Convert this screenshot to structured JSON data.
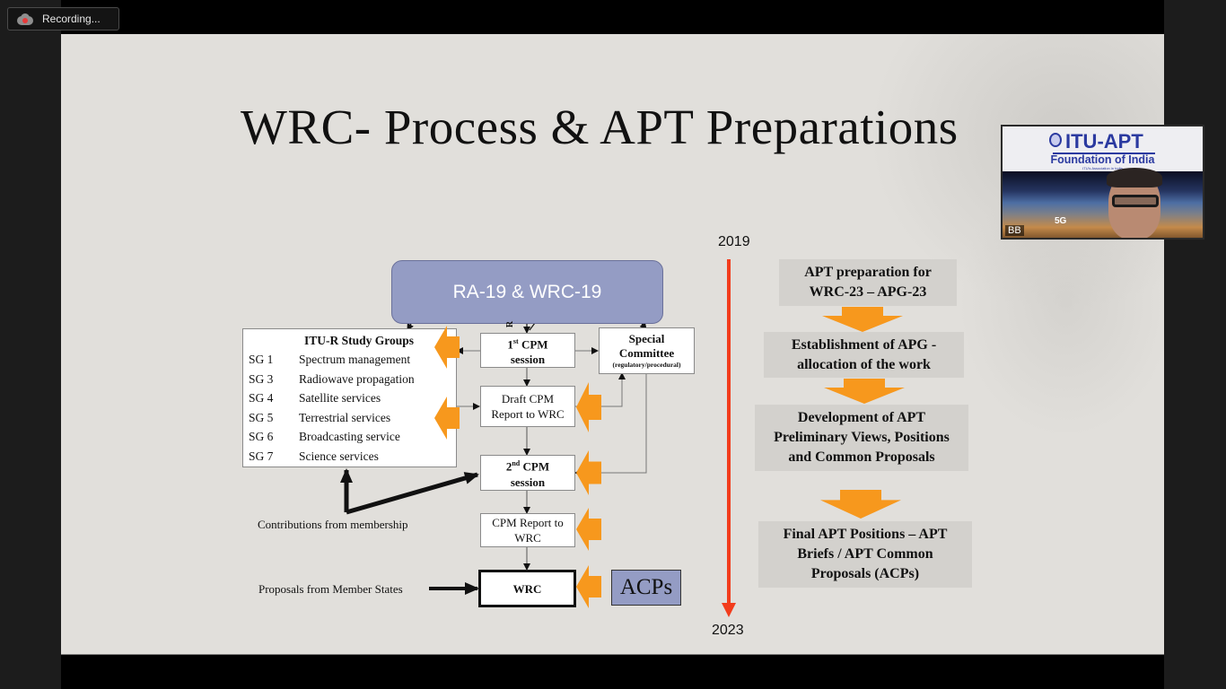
{
  "recording": {
    "label": "Recording...",
    "icon": "cloud-record-icon"
  },
  "slide": {
    "title": "WRC- Process & APT Preparations",
    "diagram": {
      "top_box": "RA-19 & WRC-19",
      "study_groups": {
        "title": "ITU-R Study Groups",
        "rows": [
          {
            "code": "SG 1",
            "name": "Spectrum management"
          },
          {
            "code": "SG 3",
            "name": "Radiowave propagation"
          },
          {
            "code": "SG 4",
            "name": "Satellite services"
          },
          {
            "code": "SG 5",
            "name": "Terrestrial services"
          },
          {
            "code": "SG 6",
            "name": "Broadcasting service"
          },
          {
            "code": "SG 7",
            "name": "Science services"
          }
        ]
      },
      "cpm1": {
        "ordinal": "1",
        "sup": "st",
        "line1": "CPM",
        "line2": "session"
      },
      "special_committee": {
        "line1": "Special",
        "line2": "Committee",
        "line3": "(regulatory/procedural)"
      },
      "draft_cpm": {
        "line1": "Draft CPM",
        "line2": "Report to WRC"
      },
      "cpm2": {
        "ordinal": "2",
        "sup": "nd",
        "line1": "CPM",
        "line2": "session"
      },
      "cpm_report": {
        "line1": "CPM Report to",
        "line2": "WRC"
      },
      "wrc": "WRC",
      "acps": "ACPs",
      "contributions_label": "Contributions from membership",
      "proposals_label": "Proposals from Member States",
      "r_mark": "R"
    },
    "timeline": {
      "start": "2019",
      "end": "2023"
    },
    "apt_steps": [
      {
        "lines": [
          "APT preparation for",
          "WRC-23 – APG-23"
        ]
      },
      {
        "lines": [
          "Establishment of APG -",
          "allocation of the work"
        ]
      },
      {
        "lines": [
          "Development of  APT",
          "Preliminary Views, Positions",
          "and Common Proposals"
        ]
      },
      {
        "lines": [
          "Final APT Positions – APT",
          "Briefs / APT Common",
          "Proposals (ACPs)"
        ]
      }
    ],
    "colors": {
      "orange_arrow": "#f7981d",
      "timeline": "#f23c1c",
      "lavender_box": "#949cc4",
      "step_box": "#d3d1cd",
      "slide_bg": "#e1dfdb"
    }
  },
  "video_tile": {
    "org_name": "ITU-APT",
    "org_subtitle": "Foundation of India",
    "org_tagline": "ITU's Association in India",
    "participant_initials": "BB",
    "badge": "5G"
  }
}
